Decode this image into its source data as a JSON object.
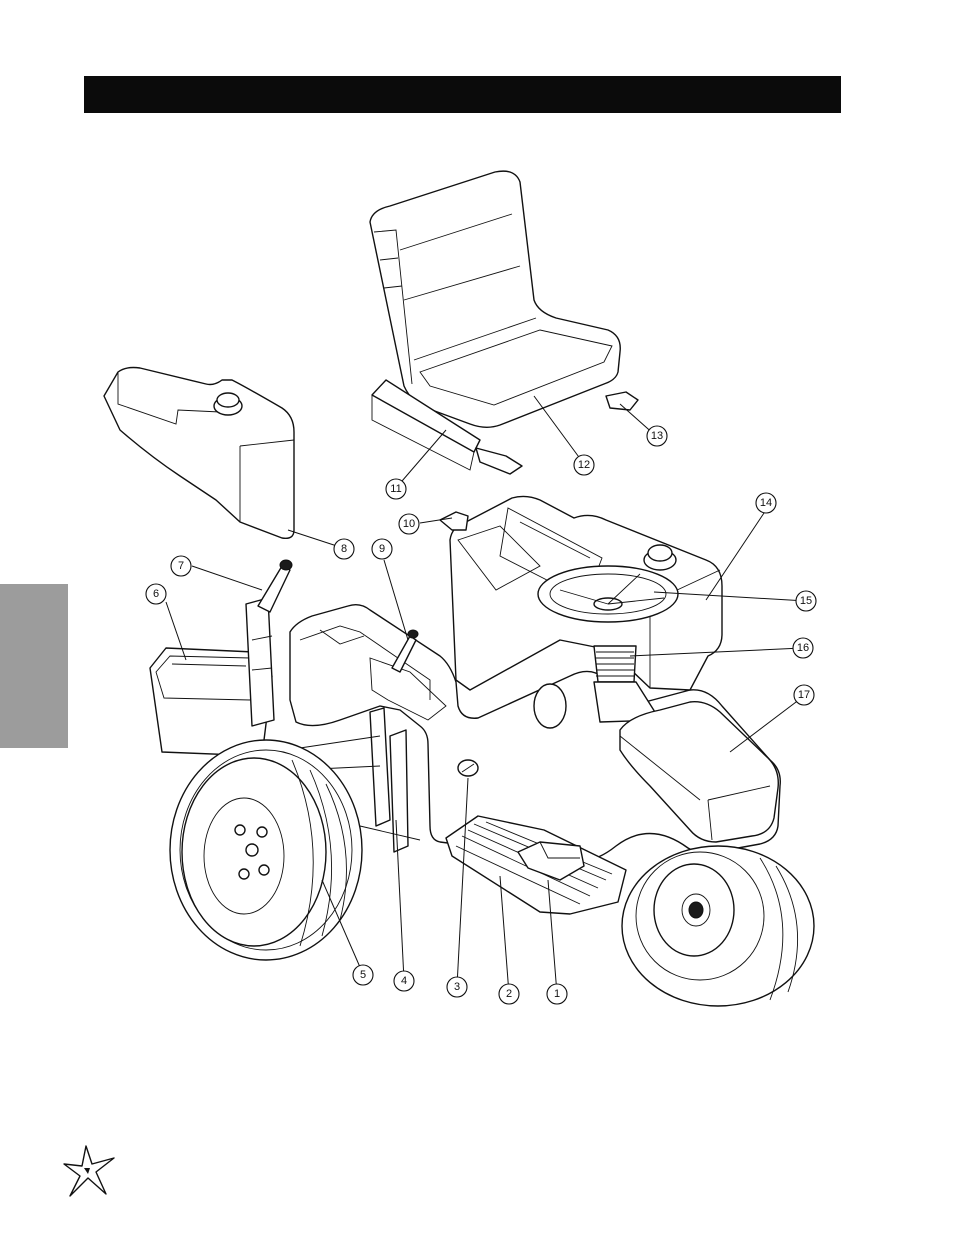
{
  "header": {
    "title": ""
  },
  "side_tab": {
    "label": ""
  },
  "callouts": [
    {
      "label": "1"
    },
    {
      "label": "2"
    },
    {
      "label": "3"
    },
    {
      "label": "4"
    },
    {
      "label": "5"
    },
    {
      "label": "6"
    },
    {
      "label": "7"
    },
    {
      "label": "8"
    },
    {
      "label": "9"
    },
    {
      "label": "10"
    },
    {
      "label": "11"
    },
    {
      "label": "12"
    },
    {
      "label": "13"
    },
    {
      "label": "14"
    },
    {
      "label": "15"
    },
    {
      "label": "16"
    },
    {
      "label": "17"
    }
  ],
  "logo": {
    "icon": "star-burst-logo-icon"
  },
  "colors": {
    "header_bar": "#0b0b0b",
    "side_tab": "#9c9c9c",
    "ink": "#111111"
  }
}
